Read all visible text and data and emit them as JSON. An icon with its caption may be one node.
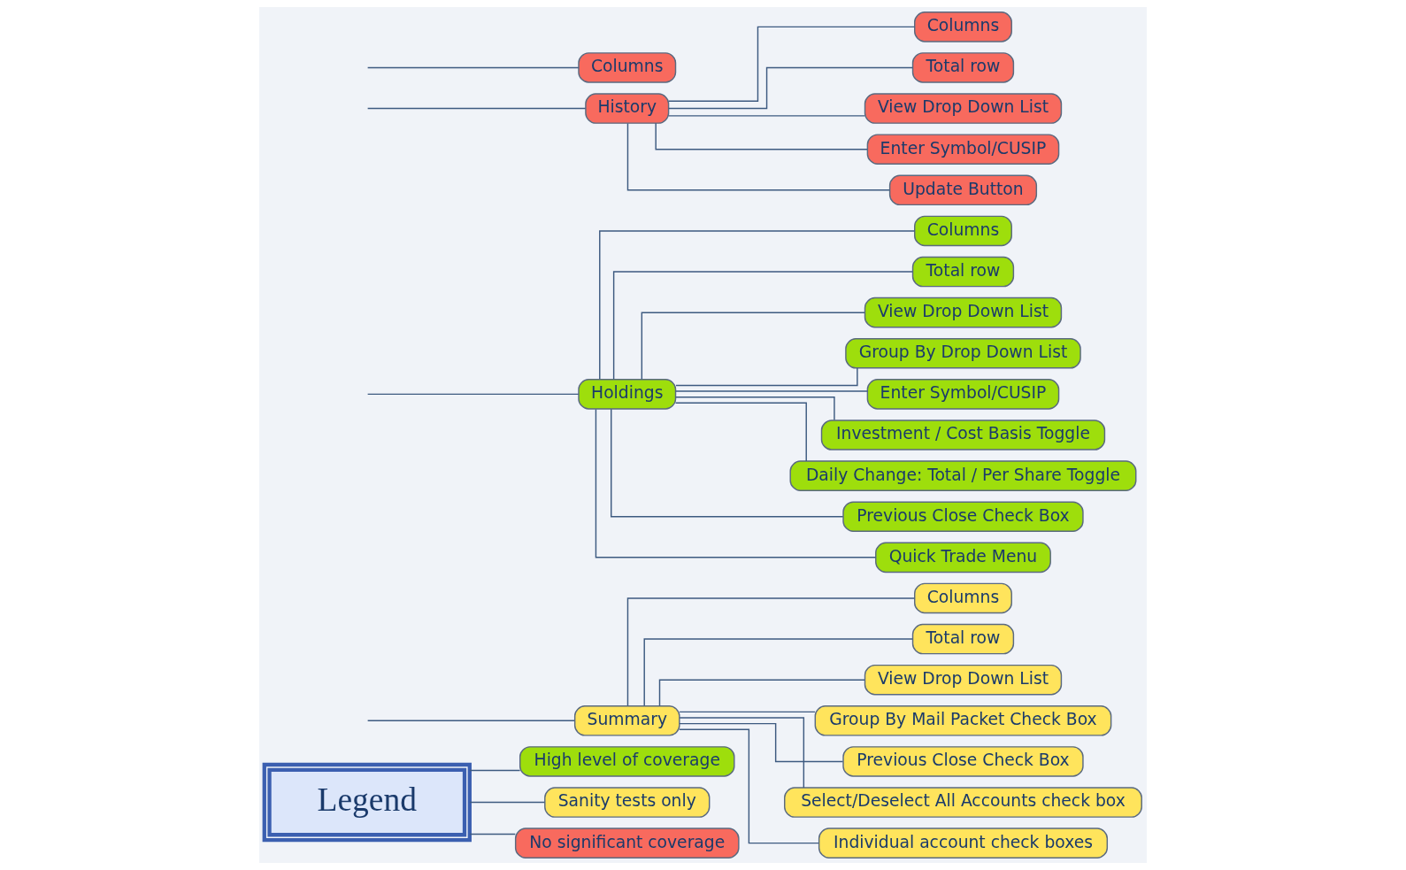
{
  "diagram": {
    "nodes": [
      {
        "text": [
          "Legend"
        ]
      },
      {
        "text": [
          "High level of coverage"
        ]
      },
      {
        "text": [
          "Sanity tests only"
        ]
      },
      {
        "text": [
          "No significant coverage"
        ]
      },
      {
        "text": [
          "Summary"
        ]
      },
      {
        "text": [
          "Columns"
        ]
      },
      {
        "text": [
          "Total row"
        ]
      },
      {
        "text": [
          "View Drop Down List"
        ]
      },
      {
        "text": [
          "Group By Mail Packet Check Box"
        ]
      },
      {
        "text": [
          "Previous Close Check Box"
        ]
      },
      {
        "text": [
          "Select/Deselect All Accounts check box"
        ]
      },
      {
        "text": [
          "Individual account check boxes"
        ]
      },
      {
        "text": [
          "Holdings"
        ]
      },
      {
        "text": [
          "Columns"
        ]
      },
      {
        "text": [
          "Total row"
        ]
      },
      {
        "text": [
          "View Drop Down List"
        ]
      },
      {
        "text": [
          "Group By Drop Down List"
        ]
      },
      {
        "text": [
          "Enter Symbol/CUSIP"
        ]
      },
      {
        "text": [
          "Investment / Cost Basis Toggle"
        ]
      },
      {
        "text": [
          "Daily Change: Total / Per Share Toggle"
        ]
      },
      {
        "text": [
          "Previous Close Check Box"
        ]
      },
      {
        "text": [
          "Quick Trade Menu"
        ]
      },
      {
        "text": [
          "History"
        ]
      },
      {
        "text": [
          "Columns"
        ]
      },
      {
        "text": [
          "Total row"
        ]
      },
      {
        "text": [
          "View Drop Down List"
        ]
      },
      {
        "text": [
          "Enter Symbol/CUSIP"
        ]
      },
      {
        "text": [
          "Update Button"
        ]
      },
      {
        "text": [
          "Columns"
        ]
      }
    ],
    "edges": [
      {
        "from": 0,
        "to": 1,
        "arrow": "none"
      },
      {
        "from": 0,
        "to": 2,
        "arrow": "none"
      },
      {
        "from": 0,
        "to": 3,
        "arrow": "none"
      },
      {
        "from": null,
        "to": 4,
        "arrow": "none"
      },
      {
        "from": 4,
        "to": 5,
        "arrow": "none"
      },
      {
        "from": 4,
        "to": 6,
        "arrow": "none"
      },
      {
        "from": 4,
        "to": 7,
        "arrow": "none"
      },
      {
        "from": 4,
        "to": 8,
        "arrow": "none"
      },
      {
        "from": 4,
        "to": 9,
        "arrow": "none"
      },
      {
        "from": 4,
        "to": 10,
        "arrow": "none"
      },
      {
        "from": 4,
        "to": 11,
        "arrow": "none"
      },
      {
        "from": null,
        "to": 12,
        "arrow": "none"
      },
      {
        "from": 12,
        "to": 13,
        "arrow": "none"
      },
      {
        "from": 12,
        "to": 14,
        "arrow": "none"
      },
      {
        "from": 12,
        "to": 15,
        "arrow": "none"
      },
      {
        "from": 12,
        "to": 16,
        "arrow": "none"
      },
      {
        "from": 12,
        "to": 17,
        "arrow": "none"
      },
      {
        "from": 12,
        "to": 18,
        "arrow": "none"
      },
      {
        "from": 12,
        "to": 19,
        "arrow": "none"
      },
      {
        "from": 12,
        "to": 20,
        "arrow": "none"
      },
      {
        "from": 12,
        "to": 21,
        "arrow": "none"
      },
      {
        "from": null,
        "to": 22,
        "arrow": "none"
      },
      {
        "from": 22,
        "to": 23,
        "arrow": "none"
      },
      {
        "from": 22,
        "to": 24,
        "arrow": "none"
      },
      {
        "from": 22,
        "to": 25,
        "arrow": "none"
      },
      {
        "from": 22,
        "to": 26,
        "arrow": "none"
      },
      {
        "from": 22,
        "to": 27,
        "arrow": "none"
      },
      {
        "from": null,
        "to": 28,
        "arrow": "none"
      }
    ]
  }
}
